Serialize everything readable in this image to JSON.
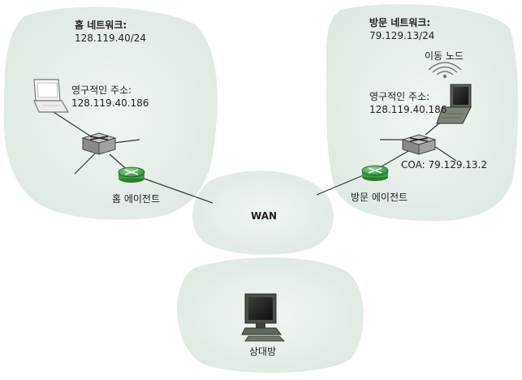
{
  "home_network": {
    "title": "홈 네트워크:",
    "prefix": "128.119.40/24",
    "permanent_address_label": "영구적인 주소:",
    "permanent_address": "128.119.40.186",
    "agent_label": "홈 에이전트"
  },
  "visited_network": {
    "title": "방문 네트워크:",
    "prefix": "79.129.13/24",
    "mobile_node_label": "이동 노드",
    "permanent_address_label": "영구적인 주소:",
    "permanent_address": "128.119.40.186",
    "coa": "COA: 79.129.13.2",
    "agent_label": "방문 에이전트"
  },
  "wan": {
    "label": "WAN"
  },
  "correspondent": {
    "label": "상대방"
  },
  "colors": {
    "cloud": "#e4eee8",
    "router": "#4caf50",
    "router_dark": "#2e7d32",
    "switch": "#8a8a8a",
    "link": "#333333"
  }
}
